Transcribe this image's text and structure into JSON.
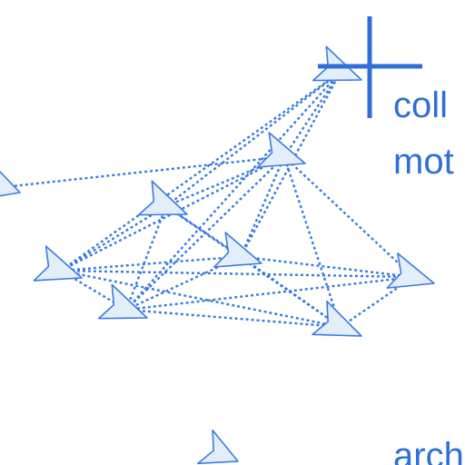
{
  "colors": {
    "accent": "#2f6fd8",
    "node_fill": "#e4eefb",
    "node_stroke": "#3a7be0",
    "edge": "#3a7be0",
    "text": "#2f6fd8"
  },
  "labels": {
    "top_line1": "coll",
    "top_line2": "mot",
    "bottom": "arch"
  },
  "nodes": [
    {
      "id": "n-top"
    },
    {
      "id": "n-upper"
    },
    {
      "id": "n-left-edge"
    },
    {
      "id": "n-mid-left"
    },
    {
      "id": "n-far-left"
    },
    {
      "id": "n-center"
    },
    {
      "id": "n-right"
    },
    {
      "id": "n-lower-left"
    },
    {
      "id": "n-lower-right"
    },
    {
      "id": "n-bottom-icon"
    }
  ],
  "edges": [
    [
      "n-upper",
      "n-top"
    ],
    [
      "n-mid-left",
      "n-top"
    ],
    [
      "n-far-left",
      "n-top"
    ],
    [
      "n-center",
      "n-top"
    ],
    [
      "n-lower-left",
      "n-top"
    ],
    [
      "n-left-edge",
      "n-upper"
    ],
    [
      "n-mid-left",
      "n-upper"
    ],
    [
      "n-far-left",
      "n-upper"
    ],
    [
      "n-center",
      "n-upper"
    ],
    [
      "n-right",
      "n-upper"
    ],
    [
      "n-lower-left",
      "n-upper"
    ],
    [
      "n-lower-right",
      "n-upper"
    ],
    [
      "n-far-left",
      "n-mid-left"
    ],
    [
      "n-center",
      "n-mid-left"
    ],
    [
      "n-lower-left",
      "n-mid-left"
    ],
    [
      "n-lower-right",
      "n-mid-left"
    ],
    [
      "n-far-left",
      "n-center"
    ],
    [
      "n-far-left",
      "n-right"
    ],
    [
      "n-far-left",
      "n-lower-left"
    ],
    [
      "n-far-left",
      "n-lower-right"
    ],
    [
      "n-lower-left",
      "n-center"
    ],
    [
      "n-center",
      "n-right"
    ],
    [
      "n-center",
      "n-lower-right"
    ],
    [
      "n-lower-left",
      "n-right"
    ],
    [
      "n-lower-left",
      "n-lower-right"
    ],
    [
      "n-lower-right",
      "n-right"
    ]
  ]
}
